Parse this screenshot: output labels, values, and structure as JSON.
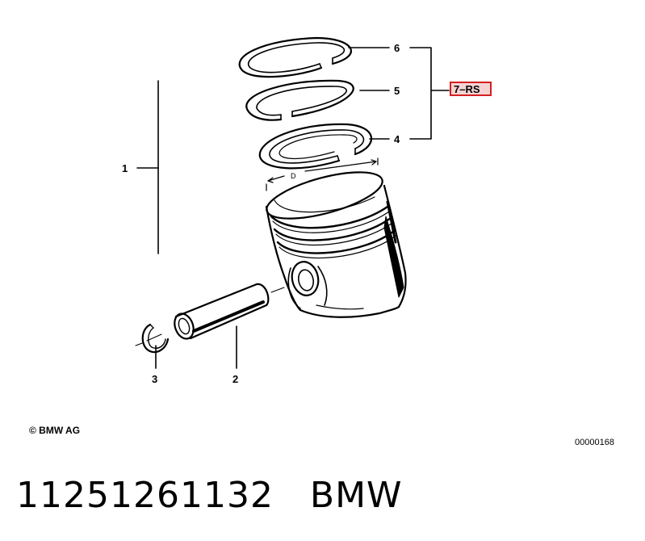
{
  "callouts": {
    "c1": "1",
    "c2": "2",
    "c3": "3",
    "c4": "4",
    "c5": "5",
    "c6": "6",
    "c7": "7–RS",
    "dimension": "D"
  },
  "copyright": "© BMW AG",
  "drawing_number": "00000168",
  "caption": {
    "part_number": "11251261132",
    "brand": "BMW"
  },
  "colors": {
    "highlight": "#d42020",
    "highlight_fill": "#f6d3d3"
  }
}
